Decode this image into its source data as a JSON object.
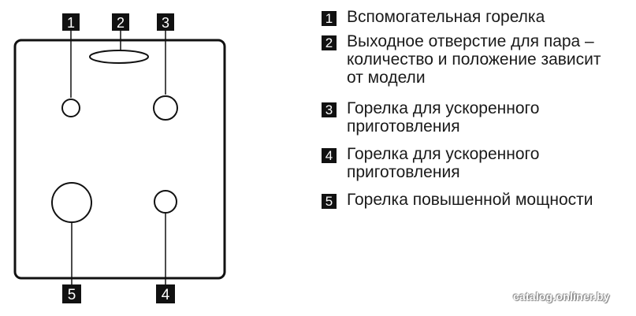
{
  "callouts": {
    "c1": "1",
    "c2": "2",
    "c3": "3",
    "c4": "4",
    "c5": "5"
  },
  "legend": [
    {
      "number": "1",
      "text": "Вспомогательная горелка"
    },
    {
      "number": "2",
      "text": "Выходное отверстие для пара –\nколичество и положение зависит\nот модели"
    },
    {
      "number": "3",
      "text": "Горелка для ускоренного\nприготовления"
    },
    {
      "number": "4",
      "text": "Горелка для ускоренного\nприготовления"
    },
    {
      "number": "5",
      "text": "Горелка повышенной мощности"
    }
  ],
  "watermark": "catalog.onliner.by",
  "colors": {
    "outline": "#111111",
    "callout_bg": "#111111",
    "callout_text": "#ffffff"
  }
}
